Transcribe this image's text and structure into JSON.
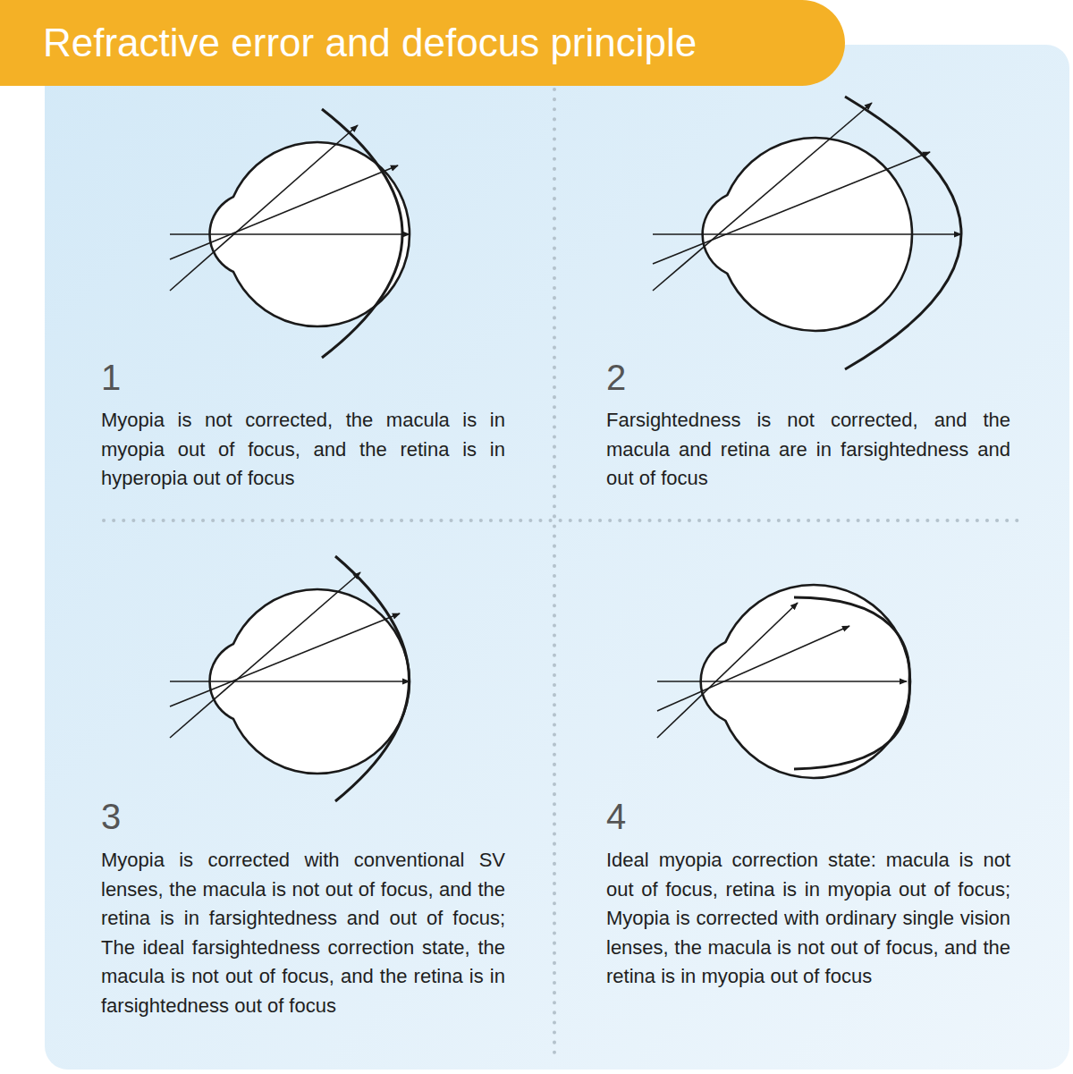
{
  "diagram": {
    "title": "Refractive error and defocus principle",
    "labels": [
      "1",
      "Myopia is not corrected, the macula is in myopia out of focus, and the retina is in hyperopia out of focus",
      "2",
      "Farsightedness is not corrected, and the macula and retina are in farsightedness and out of focus",
      "3",
      "Myopia is corrected with conventional SV lenses, the macula is not out of focus, and the retina is in farsightedness and out of focus; The ideal farsightedness correction state, the macula is not out of focus, and the retina is in farsightedness out of focus",
      "4",
      "Ideal myopia correction state: macula is not out of focus, retina is in myopia out of focus; Myopia is corrected with ordinary single vision lenses, the macula is not out of focus, and the retina is in myopia out of focus"
    ]
  }
}
